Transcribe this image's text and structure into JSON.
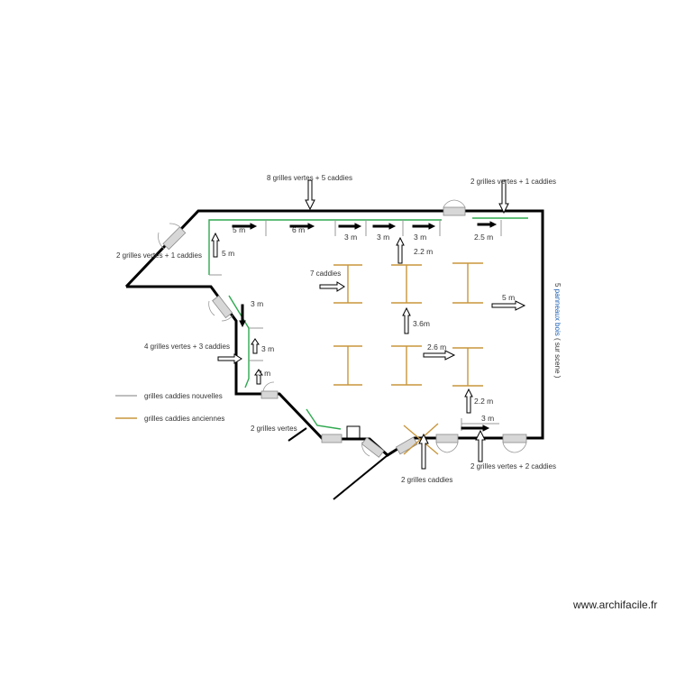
{
  "labels": {
    "top_center": "8 grilles vertes + 5 caddies",
    "top_right": "2 grilles vertes + 1 caddies",
    "left": "2 grilles vertes + 1 caddies",
    "left_middle": "4 grilles vertes + 3 caddies",
    "bottom_left": "2 grilles vertes",
    "bottom_center": "2 grilles caddies",
    "bottom_right": "2 grilles vertes + 2 caddies",
    "center_caddies": "7 caddies",
    "right_vertical_part1": "5 ",
    "right_vertical_part2": "panneaux bois",
    "right_vertical_part3": " ( sur scene )"
  },
  "dimensions": {
    "d1": "5  m",
    "d2": "6  m",
    "d3": "3  m",
    "d4": "3  m",
    "d5": "3  m",
    "d6": "2.5 m",
    "d7": "2.2 m",
    "d8": "5  m",
    "d9": "3  m",
    "d10": "3  m",
    "d11": "3 m",
    "d12": "5 m",
    "d13": "3.6m",
    "d14": "2.6 m",
    "d15": "2.2 m",
    "d16": "3  m"
  },
  "legend": {
    "new_label": "grilles caddies nouvelles",
    "old_label": "grilles caddies anciennes",
    "new_color": "#999999",
    "old_color": "#c8963c"
  },
  "colors": {
    "wall": "#000000",
    "green_barrier": "#2fa84f"
  },
  "watermark": "www.archifacile.fr"
}
